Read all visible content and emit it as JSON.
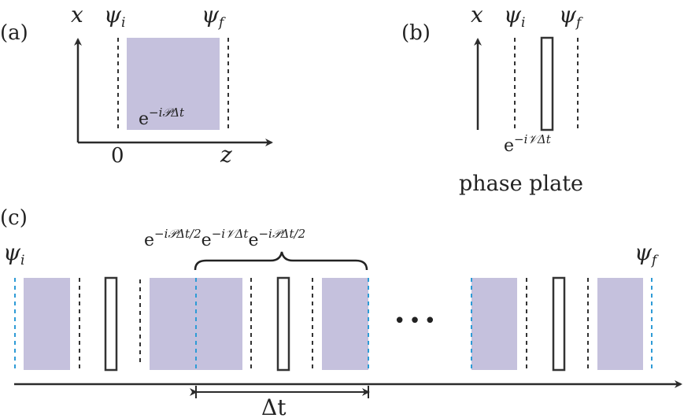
{
  "panels": {
    "a": {
      "label": "(a)",
      "x_axis": "x",
      "z_axis": "z",
      "origin": "0",
      "psi_i": "ψ",
      "psi_i_sub": "i",
      "psi_f": "ψ",
      "psi_f_sub": "f",
      "operator": "e",
      "operator_exp": "−i𝒫Δt"
    },
    "b": {
      "label": "(b)",
      "x_axis": "x",
      "psi_i": "ψ",
      "psi_i_sub": "i",
      "psi_f": "ψ",
      "psi_f_sub": "f",
      "operator": "e",
      "operator_exp": "−i𝒱Δt",
      "caption": "phase plate"
    },
    "c": {
      "label": "(c)",
      "psi_i": "ψ",
      "psi_i_sub": "i",
      "psi_f": "ψ",
      "psi_f_sub": "f",
      "brace_formula_1": "e",
      "brace_exp_1": "−i𝒫Δt/2",
      "brace_formula_2": "e",
      "brace_exp_2": "−i𝒱Δt",
      "brace_formula_3": "e",
      "brace_exp_3": "−i𝒫Δt/2",
      "ellipsis": "•••",
      "delta_t": "Δt"
    }
  },
  "colors": {
    "propagator": "#c5c1dd",
    "dashed": "#333333",
    "boundary": "#2e9bd6",
    "arrow": "#2b2b2b"
  }
}
